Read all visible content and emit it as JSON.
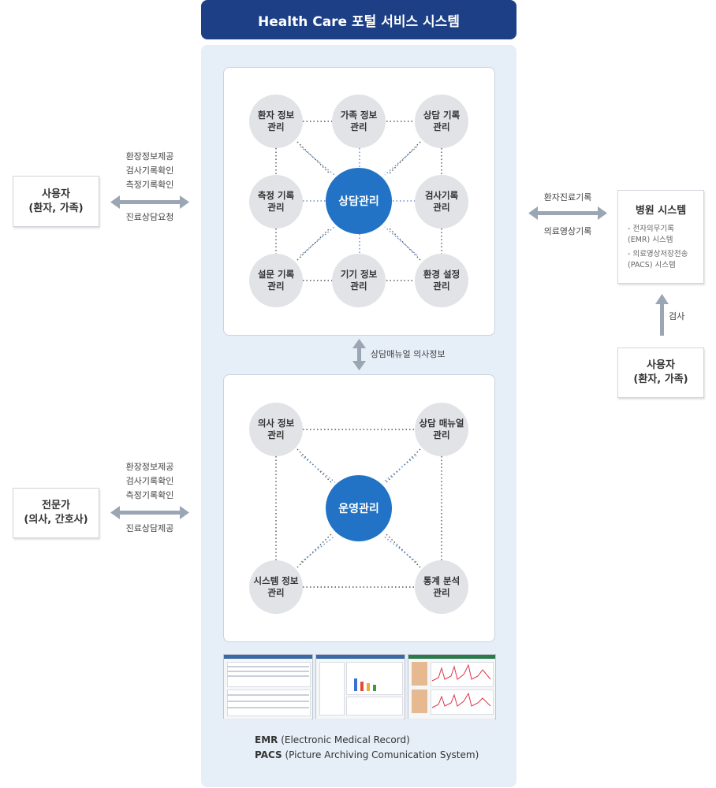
{
  "title": "Health Care 포털 서비스 시스템",
  "consult": {
    "center": "상담관리",
    "nodes": [
      {
        "id": "patient",
        "label": "환자 정보\n관리"
      },
      {
        "id": "family",
        "label": "가족 정보\n관리"
      },
      {
        "id": "record",
        "label": "상담 기록\n관리"
      },
      {
        "id": "measure",
        "label": "측정 기록\n관리"
      },
      {
        "id": "exam",
        "label": "검사기록\n관리"
      },
      {
        "id": "survey",
        "label": "설문 기록\n관리"
      },
      {
        "id": "device",
        "label": "기기 정보\n관리"
      },
      {
        "id": "env",
        "label": "환경 설정\n관리"
      }
    ]
  },
  "between_label": "상담매뉴얼 의사정보",
  "ops": {
    "center": "운영관리",
    "nodes": [
      {
        "id": "doctor",
        "label": "의사 정보\n관리"
      },
      {
        "id": "manual",
        "label": "상담 매뉴얼\n관리"
      },
      {
        "id": "system",
        "label": "시스템 정보\n관리"
      },
      {
        "id": "stats",
        "label": "통계 분석\n관리"
      }
    ]
  },
  "left_user": {
    "box": "사용자\n(환자, 가족)",
    "labels_top": [
      "환장정보제공",
      "검사기록확인",
      "측정기록확인"
    ],
    "label_bottom": "진료상담요청"
  },
  "left_expert": {
    "box": "전문가\n(의사, 간호사)",
    "labels_top": [
      "환장정보제공",
      "검사기록확인",
      "측정기록확인"
    ],
    "label_bottom": "진료상담제공"
  },
  "right": {
    "label_top": "환자진료기록",
    "label_bottom": "의료영상기록",
    "hospital_title": "병원 시스템",
    "hospital_items": [
      "- 전자의무기록\n  (EMR) 시스템",
      "- 의료영상저장전송\n  (PACS) 시스템"
    ],
    "check_label": "검사",
    "user_box": "사용자\n(환자, 가족)"
  },
  "bottom": {
    "emr_abbr": "EMR",
    "emr_full": " (Electronic Medical Record)",
    "pacs_abbr": "PACS",
    "pacs_full": " (Picture Archiving Comunication System)"
  },
  "colors": {
    "title_bg": "#1c3f86",
    "panel_bg": "#e6eef8",
    "center_node": "#2273c5",
    "node": "#e1e3e6",
    "arrow": "#9aa6b4"
  }
}
